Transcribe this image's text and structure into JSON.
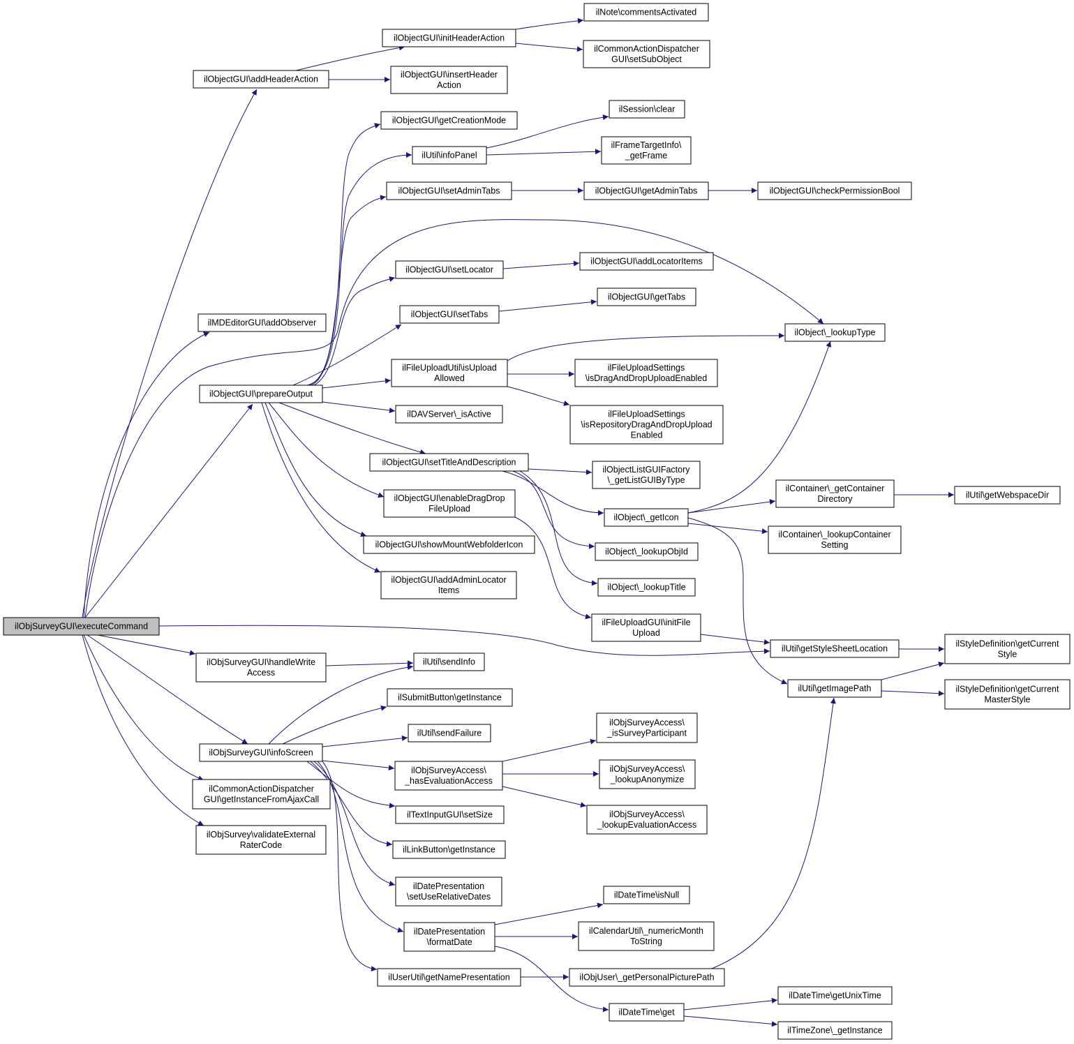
{
  "diagram": {
    "nodes": [
      {
        "id": "executeCommand",
        "lines": [
          "ilObjSurveyGUI\\executeCommand"
        ],
        "root": true
      },
      {
        "id": "addHeaderAction",
        "lines": [
          "ilObjectGUI\\addHeaderAction"
        ]
      },
      {
        "id": "initHeaderAction",
        "lines": [
          "ilObjectGUI\\initHeaderAction"
        ]
      },
      {
        "id": "commentsActivated",
        "lines": [
          "ilNote\\commentsActivated"
        ]
      },
      {
        "id": "setSubObject",
        "lines": [
          "ilCommonActionDispatcher",
          "GUI\\setSubObject"
        ]
      },
      {
        "id": "insertHeaderAction",
        "lines": [
          "ilObjectGUI\\insertHeader",
          "Action"
        ]
      },
      {
        "id": "getCreationMode",
        "lines": [
          "ilObjectGUI\\getCreationMode"
        ]
      },
      {
        "id": "sessionClear",
        "lines": [
          "ilSession\\clear"
        ]
      },
      {
        "id": "infoPanel",
        "lines": [
          "ilUtil\\infoPanel"
        ]
      },
      {
        "id": "getFrame",
        "lines": [
          "ilFrameTargetInfo\\",
          "_getFrame"
        ]
      },
      {
        "id": "setAdminTabs",
        "lines": [
          "ilObjectGUI\\setAdminTabs"
        ]
      },
      {
        "id": "getAdminTabs",
        "lines": [
          "ilObjectGUI\\getAdminTabs"
        ]
      },
      {
        "id": "checkPermissionBool",
        "lines": [
          "ilObjectGUI\\checkPermissionBool"
        ]
      },
      {
        "id": "setLocator",
        "lines": [
          "ilObjectGUI\\setLocator"
        ]
      },
      {
        "id": "addLocatorItems",
        "lines": [
          "ilObjectGUI\\addLocatorItems"
        ]
      },
      {
        "id": "setTabs",
        "lines": [
          "ilObjectGUI\\setTabs"
        ]
      },
      {
        "id": "getTabs",
        "lines": [
          "ilObjectGUI\\getTabs"
        ]
      },
      {
        "id": "addObserver",
        "lines": [
          "ilMDEditorGUI\\addObserver"
        ]
      },
      {
        "id": "lookupType",
        "lines": [
          "ilObject\\_lookupType"
        ]
      },
      {
        "id": "isUploadAllowed",
        "lines": [
          "ilFileUploadUtil\\isUpload",
          "Allowed"
        ]
      },
      {
        "id": "isDragAndDropUploadEnabled",
        "lines": [
          "ilFileUploadSettings",
          "\\isDragAndDropUploadEnabled"
        ]
      },
      {
        "id": "prepareOutput",
        "lines": [
          "ilObjectGUI\\prepareOutput"
        ]
      },
      {
        "id": "isRepositoryDnD",
        "lines": [
          "ilFileUploadSettings",
          "\\isRepositoryDragAndDropUpload",
          "Enabled"
        ]
      },
      {
        "id": "isActive",
        "lines": [
          "ilDAVServer\\_isActive"
        ]
      },
      {
        "id": "setTitleAndDescription",
        "lines": [
          "ilObjectGUI\\setTitleAndDescription"
        ]
      },
      {
        "id": "getListGUIByType",
        "lines": [
          "ilObjectListGUIFactory",
          "\\_getListGUIByType"
        ]
      },
      {
        "id": "getContainerDirectory",
        "lines": [
          "ilContainer\\_getContainer",
          "Directory"
        ]
      },
      {
        "id": "getWebspaceDir",
        "lines": [
          "ilUtil\\getWebspaceDir"
        ]
      },
      {
        "id": "enableDragDropFileUpload",
        "lines": [
          "ilObjectGUI\\enableDragDrop",
          "FileUpload"
        ]
      },
      {
        "id": "getIcon",
        "lines": [
          "ilObject\\_getIcon"
        ]
      },
      {
        "id": "lookupContainerSetting",
        "lines": [
          "ilContainer\\_lookupContainer",
          "Setting"
        ]
      },
      {
        "id": "showMountWebfolderIcon",
        "lines": [
          "ilObjectGUI\\showMountWebfolderIcon"
        ]
      },
      {
        "id": "lookupObjId",
        "lines": [
          "ilObject\\_lookupObjId"
        ]
      },
      {
        "id": "addAdminLocatorItems",
        "lines": [
          "ilObjectGUI\\addAdminLocator",
          "Items"
        ]
      },
      {
        "id": "lookupTitle",
        "lines": [
          "ilObject\\_lookupTitle"
        ]
      },
      {
        "id": "initFileUpload",
        "lines": [
          "ilFileUploadGUI\\initFile",
          "Upload"
        ]
      },
      {
        "id": "getStyleSheetLocation",
        "lines": [
          "ilUtil\\getStyleSheetLocation"
        ]
      },
      {
        "id": "getCurrentStyle",
        "lines": [
          "ilStyleDefinition\\getCurrent",
          "Style"
        ]
      },
      {
        "id": "handleWriteAccess",
        "lines": [
          "ilObjSurveyGUI\\handleWrite",
          "Access"
        ]
      },
      {
        "id": "sendInfo",
        "lines": [
          "ilUtil\\sendInfo"
        ]
      },
      {
        "id": "getImagePath",
        "lines": [
          "ilUtil\\getImagePath"
        ]
      },
      {
        "id": "getCurrentMasterStyle",
        "lines": [
          "ilStyleDefinition\\getCurrent",
          "MasterStyle"
        ]
      },
      {
        "id": "submitButtonGetInstance",
        "lines": [
          "ilSubmitButton\\getInstance"
        ]
      },
      {
        "id": "isSurveyParticipant",
        "lines": [
          "ilObjSurveyAccess\\",
          "_isSurveyParticipant"
        ]
      },
      {
        "id": "sendFailure",
        "lines": [
          "ilUtil\\sendFailure"
        ]
      },
      {
        "id": "infoScreen",
        "lines": [
          "ilObjSurveyGUI\\infoScreen"
        ]
      },
      {
        "id": "hasEvaluationAccess",
        "lines": [
          "ilObjSurveyAccess\\",
          "_hasEvaluationAccess"
        ]
      },
      {
        "id": "lookupAnonymize",
        "lines": [
          "ilObjSurveyAccess\\",
          "_lookupAnonymize"
        ]
      },
      {
        "id": "getInstanceFromAjaxCall",
        "lines": [
          "ilCommonActionDispatcher",
          "GUI\\getInstanceFromAjaxCall"
        ]
      },
      {
        "id": "setSize",
        "lines": [
          "ilTextInputGUI\\setSize"
        ]
      },
      {
        "id": "lookupEvaluationAccess",
        "lines": [
          "ilObjSurveyAccess\\",
          "_lookupEvaluationAccess"
        ]
      },
      {
        "id": "validateExternalRaterCode",
        "lines": [
          "ilObjSurvey\\validateExternal",
          "RaterCode"
        ]
      },
      {
        "id": "linkButtonGetInstance",
        "lines": [
          "ilLinkButton\\getInstance"
        ]
      },
      {
        "id": "setUseRelativeDates",
        "lines": [
          "ilDatePresentation",
          "\\setUseRelativeDates"
        ]
      },
      {
        "id": "isNull",
        "lines": [
          "ilDateTime\\isNull"
        ]
      },
      {
        "id": "formatDate",
        "lines": [
          "ilDatePresentation",
          "\\formatDate"
        ]
      },
      {
        "id": "numericMonthToString",
        "lines": [
          "ilCalendarUtil\\_numericMonth",
          "ToString"
        ]
      },
      {
        "id": "getNamePresentation",
        "lines": [
          "ilUserUtil\\getNamePresentation"
        ]
      },
      {
        "id": "getPersonalPicturePath",
        "lines": [
          "ilObjUser\\_getPersonalPicturePath"
        ]
      },
      {
        "id": "dateTimeGet",
        "lines": [
          "ilDateTime\\get"
        ]
      },
      {
        "id": "getUnixTime",
        "lines": [
          "ilDateTime\\getUnixTime"
        ]
      },
      {
        "id": "getInstanceTZ",
        "lines": [
          "ilTimeZone\\_getInstance"
        ]
      }
    ],
    "edges": [
      [
        "executeCommand",
        "addHeaderAction"
      ],
      [
        "addHeaderAction",
        "initHeaderAction"
      ],
      [
        "initHeaderAction",
        "commentsActivated"
      ],
      [
        "initHeaderAction",
        "setSubObject"
      ],
      [
        "addHeaderAction",
        "insertHeaderAction"
      ],
      [
        "executeCommand",
        "addObserver"
      ],
      [
        "executeCommand",
        "lookupType"
      ],
      [
        "executeCommand",
        "prepareOutput"
      ],
      [
        "prepareOutput",
        "getCreationMode"
      ],
      [
        "prepareOutput",
        "infoPanel"
      ],
      [
        "infoPanel",
        "sessionClear"
      ],
      [
        "infoPanel",
        "getFrame"
      ],
      [
        "prepareOutput",
        "setAdminTabs"
      ],
      [
        "setAdminTabs",
        "getAdminTabs"
      ],
      [
        "getAdminTabs",
        "checkPermissionBool"
      ],
      [
        "prepareOutput",
        "setLocator"
      ],
      [
        "setLocator",
        "addLocatorItems"
      ],
      [
        "prepareOutput",
        "setTabs"
      ],
      [
        "setTabs",
        "getTabs"
      ],
      [
        "prepareOutput",
        "isUploadAllowed"
      ],
      [
        "isUploadAllowed",
        "lookupType"
      ],
      [
        "isUploadAllowed",
        "isDragAndDropUploadEnabled"
      ],
      [
        "isUploadAllowed",
        "isRepositoryDnD"
      ],
      [
        "prepareOutput",
        "isActive"
      ],
      [
        "prepareOutput",
        "setTitleAndDescription"
      ],
      [
        "setTitleAndDescription",
        "getListGUIByType"
      ],
      [
        "setTitleAndDescription",
        "getIcon"
      ],
      [
        "setTitleAndDescription",
        "lookupObjId"
      ],
      [
        "setTitleAndDescription",
        "lookupTitle"
      ],
      [
        "getIcon",
        "lookupType"
      ],
      [
        "getIcon",
        "getContainerDirectory"
      ],
      [
        "getIcon",
        "lookupContainerSetting"
      ],
      [
        "getIcon",
        "getImagePath"
      ],
      [
        "getContainerDirectory",
        "getWebspaceDir"
      ],
      [
        "prepareOutput",
        "enableDragDropFileUpload"
      ],
      [
        "enableDragDropFileUpload",
        "initFileUpload"
      ],
      [
        "initFileUpload",
        "getStyleSheetLocation"
      ],
      [
        "prepareOutput",
        "showMountWebfolderIcon"
      ],
      [
        "prepareOutput",
        "addAdminLocatorItems"
      ],
      [
        "executeCommand",
        "getStyleSheetLocation"
      ],
      [
        "getStyleSheetLocation",
        "getCurrentStyle"
      ],
      [
        "getImagePath",
        "getCurrentStyle"
      ],
      [
        "getImagePath",
        "getCurrentMasterStyle"
      ],
      [
        "executeCommand",
        "handleWriteAccess"
      ],
      [
        "handleWriteAccess",
        "sendInfo"
      ],
      [
        "executeCommand",
        "infoScreen"
      ],
      [
        "infoScreen",
        "sendInfo"
      ],
      [
        "infoScreen",
        "submitButtonGetInstance"
      ],
      [
        "infoScreen",
        "sendFailure"
      ],
      [
        "infoScreen",
        "hasEvaluationAccess"
      ],
      [
        "hasEvaluationAccess",
        "isSurveyParticipant"
      ],
      [
        "hasEvaluationAccess",
        "lookupAnonymize"
      ],
      [
        "hasEvaluationAccess",
        "lookupEvaluationAccess"
      ],
      [
        "infoScreen",
        "setSize"
      ],
      [
        "infoScreen",
        "linkButtonGetInstance"
      ],
      [
        "infoScreen",
        "setUseRelativeDates"
      ],
      [
        "infoScreen",
        "formatDate"
      ],
      [
        "formatDate",
        "isNull"
      ],
      [
        "formatDate",
        "numericMonthToString"
      ],
      [
        "formatDate",
        "dateTimeGet"
      ],
      [
        "dateTimeGet",
        "getUnixTime"
      ],
      [
        "dateTimeGet",
        "getInstanceTZ"
      ],
      [
        "infoScreen",
        "getNamePresentation"
      ],
      [
        "getNamePresentation",
        "getPersonalPicturePath"
      ],
      [
        "getPersonalPicturePath",
        "getImagePath"
      ],
      [
        "executeCommand",
        "getInstanceFromAjaxCall"
      ],
      [
        "executeCommand",
        "validateExternalRaterCode"
      ]
    ]
  }
}
